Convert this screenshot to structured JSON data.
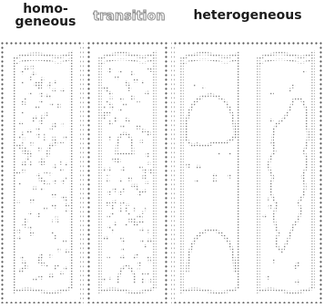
{
  "labels": {
    "homogeneous_line1": "homo-",
    "homogeneous_line2": "geneous",
    "transition": "transition",
    "heterogeneous": "heterogeneous"
  },
  "colors": {
    "ink": "#1c1c1c",
    "stipple": "#8a8a8a",
    "frame_dots": "#555555",
    "background": "#ffffff"
  }
}
